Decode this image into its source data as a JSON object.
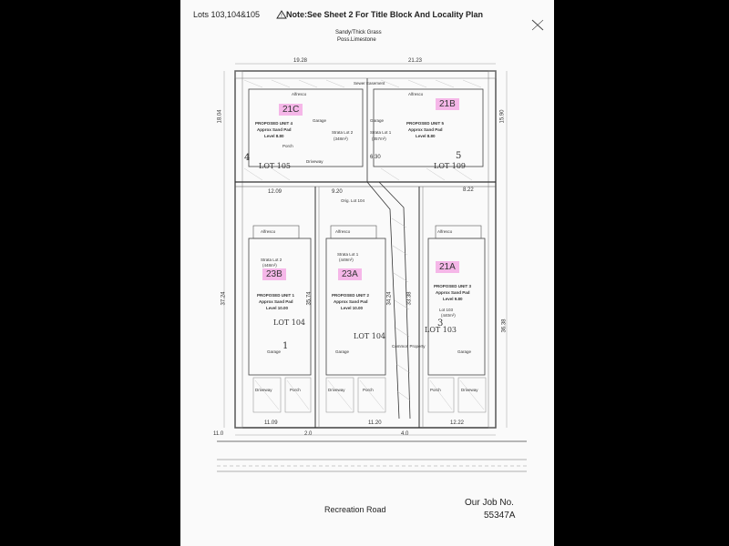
{
  "header": {
    "lots": "Lots 103,104&105",
    "note": "Note:See Sheet 2 For Title Block And Locality Plan",
    "soil_1": "Sandy/Thick Grass",
    "soil_2": "Poss.Limestone"
  },
  "units": {
    "u21c": "21C",
    "u21b": "21B",
    "u23b": "23B",
    "u23a": "23A",
    "u21a": "21A"
  },
  "labels": {
    "proposed_unit_4": "PROPOSED UNIT 4",
    "proposed_unit_5": "PROPOSED UNIT 5",
    "proposed_unit_1": "PROPOSED UNIT 1",
    "proposed_unit_2": "PROPOSED UNIT 2",
    "proposed_unit_3": "PROPOSED UNIT 3",
    "approx_sand_pad": "Approx Sand Pad",
    "level_u4": "Level 8.80",
    "level_u5": "Level 8.80",
    "level_u1": "Level 10.00",
    "level_u2": "Level 10.00",
    "level_u3": "Level 9.80",
    "strata_lot_2_top": "Strata Lot 2",
    "strata_lot_1_top": "Strata Lot 1",
    "strata_lot_2": "Strata Lot 2",
    "strata_lot_1": "Strata Lot 1",
    "lot_103": "Lot 103",
    "area_348": "(348m²)",
    "area_357": "(357m²)",
    "area_448": "(448m²)",
    "area_449": "(449m²)",
    "area_440": "(440m²)",
    "garage": "Garage",
    "porch": "Porch",
    "alfresco": "Alfresco",
    "driveway": "Driveway",
    "common_property": "Common Property",
    "sewer_easement": "Sewer Easement",
    "orig_lot_104": "Orig. Lot 104",
    "lot_105_hand": "LOT 105",
    "lot_109_hand": "LOT 109",
    "lot_104_hand": "LOT 104",
    "lot_103_hand": "LOT 103",
    "num_4": "4",
    "num_5": "5",
    "num_1": "1",
    "num_3": "3"
  },
  "dimensions": {
    "d1928": "19.28",
    "d2123": "21.23",
    "d1804": "18.04",
    "d1590": "15.90",
    "d630": "6.30",
    "d1209": "12.09",
    "d920": "9.20",
    "d822": "8.22",
    "d3724": "37.24",
    "d3574": "35.74",
    "d3424": "34.24",
    "d3338": "33.38",
    "d3638": "36.38",
    "d1109": "11.09",
    "d1120": "11.20",
    "d1222": "12.22",
    "d110": "11.0",
    "d20a": "2.0",
    "d40": "4.0"
  },
  "footer": {
    "road": "Recreation Road",
    "job_label": "Our Job No.",
    "job_number": "55347A"
  }
}
